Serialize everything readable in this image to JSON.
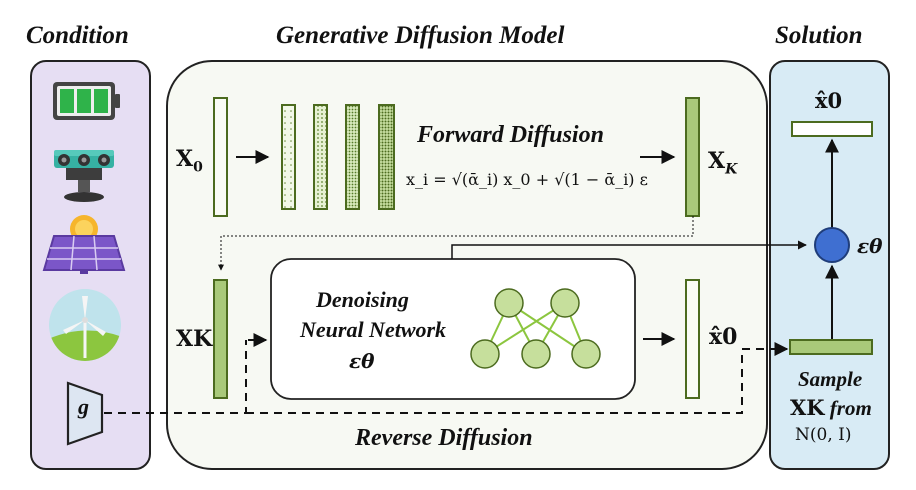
{
  "sections": {
    "condition_title": "Condition",
    "model_title": "Generative Diffusion Model",
    "solution_title": "Solution"
  },
  "forward": {
    "title": "Forward Diffusion",
    "equation": "x_i = √(ᾱ_i) x_0 + √(1 − ᾱ_i) ε"
  },
  "reverse": {
    "title": "Reverse Diffusion"
  },
  "denoiser": {
    "line1": "Denoising",
    "line2": "Neural Network",
    "symbol": "εθ"
  },
  "vars": {
    "x0": "X0",
    "xk": "XK",
    "x0_hat": "x̂0",
    "eps_theta": "εθ"
  },
  "solution": {
    "sample_line1": "Sample",
    "sample_line2_var": "XK",
    "sample_line2_word": "from",
    "distribution": "N(0, I)"
  },
  "condition": {
    "icons": [
      "battery-icon",
      "energy-storage-unit-icon",
      "solar-panel-icon",
      "wind-turbine-icon",
      "generator-g-icon"
    ],
    "generator_label": "g"
  },
  "colors": {
    "condition_bg": "#e6def3",
    "solution_bg": "#d8ebf5",
    "model_bg": "#f7f9f3",
    "green_fill": "#a9c97a",
    "green_dark": "#4c6b1f",
    "node_fill": "#c6df9c",
    "eps_circle": "#3f6fd1"
  }
}
